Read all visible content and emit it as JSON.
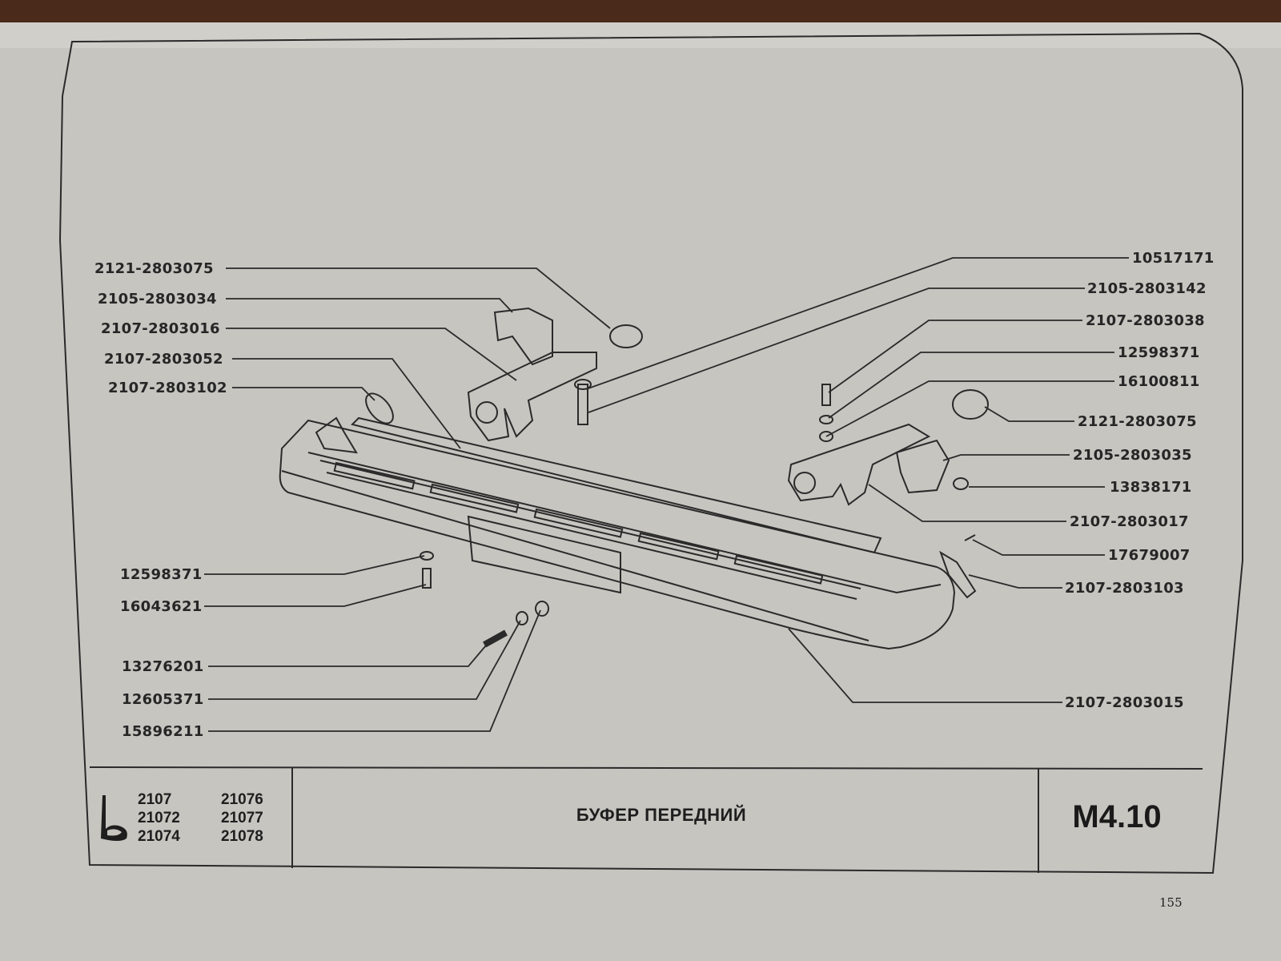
{
  "labels_left": [
    {
      "id": "p-2121-2803075-left",
      "text": "2121-2803075"
    },
    {
      "id": "p-2105-2803034",
      "text": "2105-2803034"
    },
    {
      "id": "p-2107-2803016",
      "text": "2107-2803016"
    },
    {
      "id": "p-2107-2803052",
      "text": "2107-2803052"
    },
    {
      "id": "p-2107-2803102",
      "text": "2107-2803102"
    },
    {
      "id": "p-12598371-left",
      "text": "12598371"
    },
    {
      "id": "p-16043621",
      "text": "16043621"
    },
    {
      "id": "p-13276201",
      "text": "13276201"
    },
    {
      "id": "p-12605371",
      "text": "12605371"
    },
    {
      "id": "p-15896211",
      "text": "15896211"
    }
  ],
  "labels_right": [
    {
      "id": "p-10517171",
      "text": "10517171"
    },
    {
      "id": "p-2105-2803142",
      "text": "2105-2803142"
    },
    {
      "id": "p-2107-2803038",
      "text": "2107-2803038"
    },
    {
      "id": "p-12598371-right",
      "text": "12598371"
    },
    {
      "id": "p-16100811",
      "text": "16100811"
    },
    {
      "id": "p-2121-2803075-right",
      "text": "2121-2803075"
    },
    {
      "id": "p-2105-2803035",
      "text": "2105-2803035"
    },
    {
      "id": "p-13838171",
      "text": "13838171"
    },
    {
      "id": "p-2107-2803017",
      "text": "2107-2803017"
    },
    {
      "id": "p-17679007",
      "text": "17679007"
    },
    {
      "id": "p-2107-2803103",
      "text": "2107-2803103"
    },
    {
      "id": "p-2107-2803015",
      "text": "2107-2803015"
    }
  ],
  "title_block": {
    "models": [
      "2107",
      "21072",
      "21074",
      "21076",
      "21077",
      "21078"
    ],
    "title": "БУФЕР ПЕРЕДНИЙ",
    "sheet": "M4.10",
    "page_number": "155"
  },
  "colors": {
    "paper": "#c6c5c0",
    "ink": "#262626",
    "background": "#4a2a1a"
  }
}
